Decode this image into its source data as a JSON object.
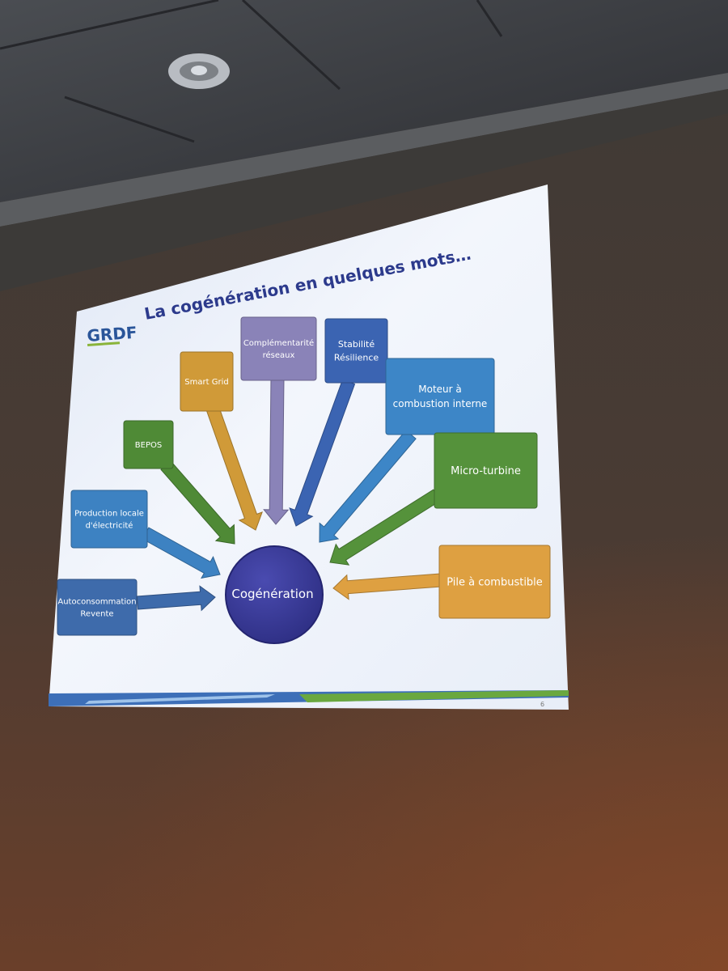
{
  "slide": {
    "title": "La cogénération en quelques mots…",
    "logo_text": "GRDF",
    "page_number": "6",
    "center_label": "Cogénération",
    "items": [
      {
        "id": "autoconsommation",
        "lines": [
          "Autoconsommation",
          "Revente"
        ],
        "color": "#3e6bab"
      },
      {
        "id": "production-locale",
        "lines": [
          "Production locale",
          "d'électricité"
        ],
        "color": "#3d82c2"
      },
      {
        "id": "bepos",
        "lines": [
          "BEPOS"
        ],
        "color": "#4f8a36"
      },
      {
        "id": "smart-grid",
        "lines": [
          "Smart Grid"
        ],
        "color": "#d09a38"
      },
      {
        "id": "complementarite",
        "lines": [
          "Complémentarité",
          "réseaux"
        ],
        "color": "#8a83b8"
      },
      {
        "id": "stabilite",
        "lines": [
          "Stabilité",
          "Résilience"
        ],
        "color": "#3b64b2"
      },
      {
        "id": "moteur",
        "lines": [
          "Moteur à",
          "combustion interne"
        ],
        "color": "#3d86c7"
      },
      {
        "id": "micro-turbine",
        "lines": [
          "Micro-turbine"
        ],
        "color": "#55923b"
      },
      {
        "id": "pile",
        "lines": [
          "Pile à combustible"
        ],
        "color": "#dea041"
      }
    ],
    "colors": {
      "center": "#3b3c9a",
      "title": "#2c3a8c",
      "slide_bg": "#eef2fa"
    }
  }
}
